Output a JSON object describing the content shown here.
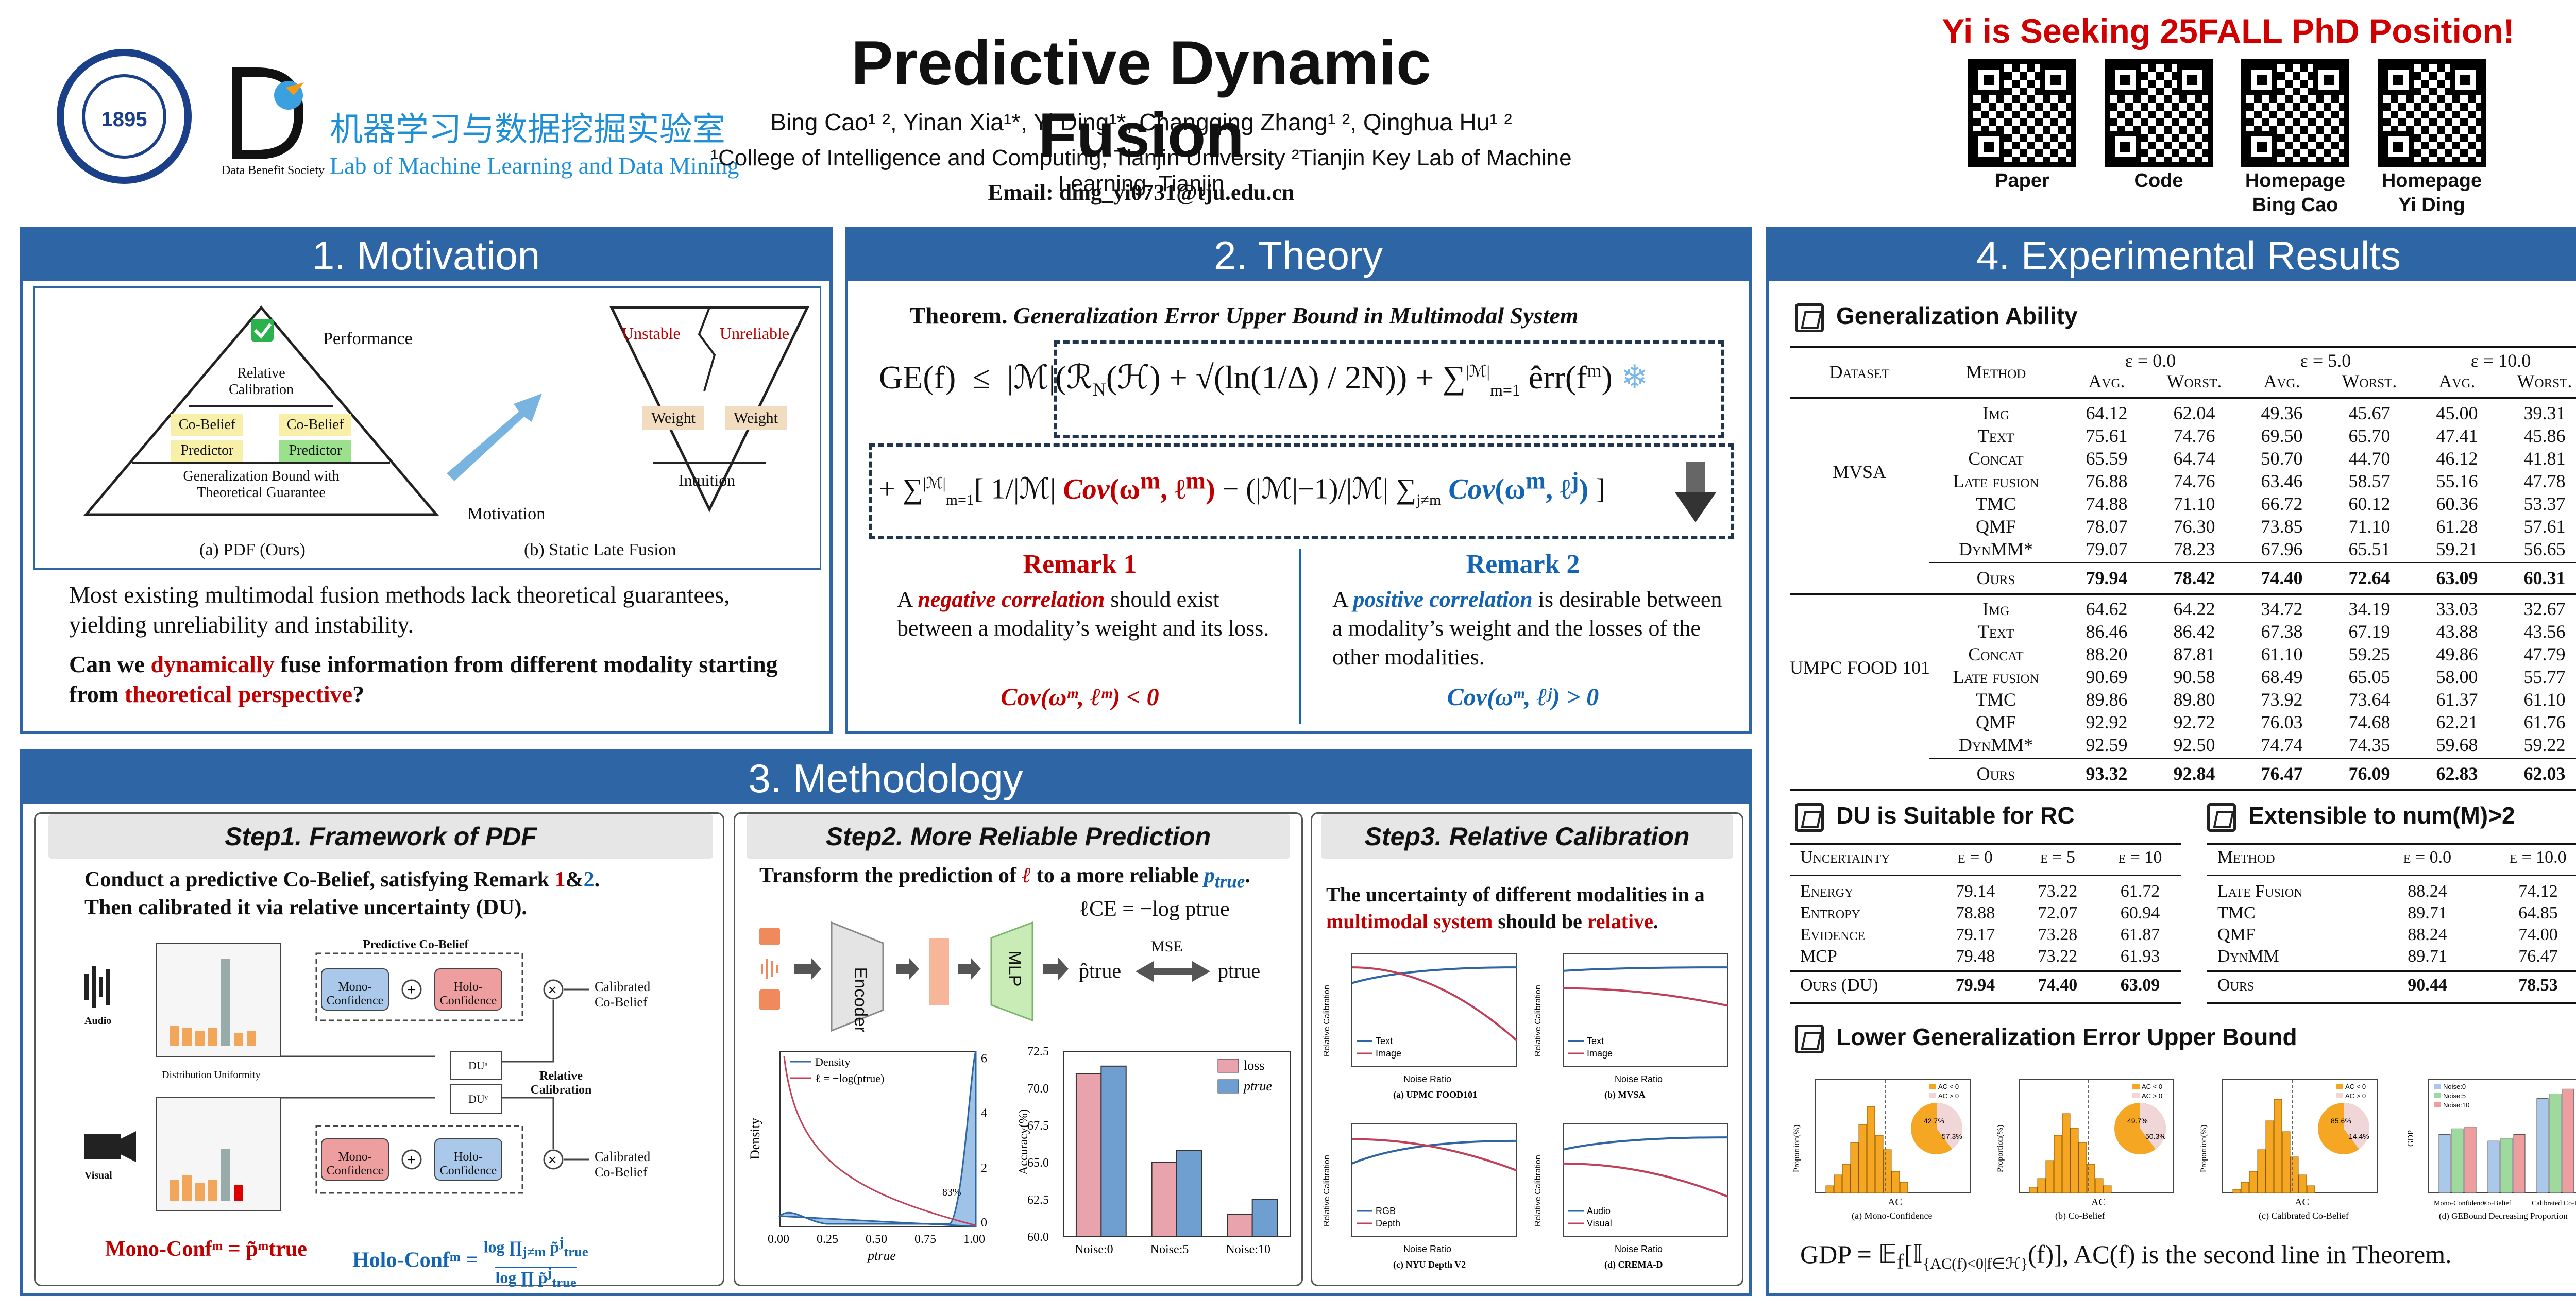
{
  "header": {
    "title": "Predictive Dynamic Fusion",
    "authors": "Bing Cao¹ ², Yinan Xia¹*, Yi Ding¹*, Changqing Zhang¹ ², Qinghua Hu¹ ²",
    "affiliations": "¹College of Intelligence and Computing, Tianjin University  ²Tianjin Key Lab of Machine Learning, Tianjin",
    "email": "Email: ding_yi0731@tju.edu.cn",
    "seeking": "Yi is Seeking 25FALL PhD Position!",
    "lab_cn": "机器学习与数据挖掘实验室",
    "lab_en": "Lab of Machine Learning and Data Mining",
    "lab_society": "Data Benefit Society",
    "seal_year": "1895",
    "qr": [
      {
        "l1": "Paper",
        "l2": ""
      },
      {
        "l1": "Code",
        "l2": ""
      },
      {
        "l1": "Homepage",
        "l2": "Bing Cao"
      },
      {
        "l1": "Homepage",
        "l2": "Yi Ding"
      }
    ]
  },
  "motivation": {
    "head": "1. Motivation",
    "pyramid": [
      "Relative Calibration",
      "Co-Belief",
      "Co-Belief",
      "Predictor",
      "Predictor",
      "Generalization Bound with Theoretical Guarantee"
    ],
    "performance": "Performance",
    "motiv": "Motivation",
    "inv": [
      "Unstable",
      "Unreliable",
      "Weight",
      "Weight",
      "Intuition"
    ],
    "cap_a": "(a) PDF (Ours)",
    "cap_b": "(b) Static Late Fusion",
    "p1": "Most existing multimodal fusion methods lack theoretical guarantees, yielding unreliability and instability.",
    "q_a": "Can we ",
    "q_b": "dynamically",
    "q_c": " fuse information from different modality starting from ",
    "q_d": "theoretical perspective",
    "q_e": "?"
  },
  "theory": {
    "head": "2. Theory",
    "theorem_b": "Theorem.",
    "theorem_i": "Generalization Error Upper Bound in Multimodal System",
    "r1_title": "Remark 1",
    "r1_a": "A ",
    "r1_b": "negative correlation",
    "r1_c": " should exist between a modality’s weight and its loss.",
    "r1_eq": "Cov(ωᵐ, ℓᵐ) < 0",
    "r2_title": "Remark 2",
    "r2_a": "A ",
    "r2_b": "positive correlation",
    "r2_c": " is desirable between a modality’s weight and the losses of the other modalities.",
    "r2_eq": "Cov(ωᵐ, ℓʲ) > 0"
  },
  "method": {
    "head": "3. Methodology",
    "s1": "Step1. Framework of PDF",
    "s2": "Step2. More Reliable Prediction",
    "s3": "Step3. Relative Calibration",
    "s1_l1a": "Conduct a predictive Co-Belief, satisfying Remark ",
    "s1_l1b": "1",
    "s1_l1c": "&",
    "s1_l1d": "2",
    ".": "",
    "s1_l2": "Then calibrated it via relative uncertainty (DU).",
    "labels": [
      "Predictive Co-Belief",
      "Mono-Confidence",
      "Holo-Confidence",
      "Calibrated Co-Belief",
      "Relative Calibration",
      "Mono-Confidence",
      "Holo-Confidence",
      "Calibrated Co-Belief",
      "Audio",
      "Visual",
      "DUᵃ",
      "DUᵛ",
      "Distribution Uniformity"
    ],
    "mono_eq": "Mono-Confᵐ = p̃ᵐtrue",
    "holo_eq": "Holo-Confᵐ =",
    "s2_a": "Transform the prediction of ",
    "s2_b": "ℓ",
    "s2_c": " to a more reliable ",
    "s2_d": "p",
    "s2_e": "true",
    "lce": "ℓCE = −log ptrue",
    "encoder": "Encoder",
    "mlp": "MLP",
    "mse": "MSE",
    "phat": "p̂true",
    "ptrue": "ptrue",
    "s3_a": "The uncertainty of different modalities in a ",
    "s3_b": "multimodal system",
    "s3_c": " should be ",
    "s3_d": "relative",
    "s3_e": ".",
    "calib_caps": [
      "(a) UPMC FOOD101",
      "(b) MVSA",
      "(c) NYU Depth V2",
      "(d) CREMA-D"
    ],
    "calib_legend": [
      [
        "Text",
        "Image"
      ],
      [
        "Text",
        "Image"
      ],
      [
        "RGB",
        "Depth"
      ],
      [
        "Audio",
        "Visual"
      ]
    ],
    "noise_ratio": "Noise Ratio",
    "rel_calib": "Relative Calibration"
  },
  "density_chart": {
    "type": "line",
    "ylabel": "Density",
    "xlabel": "ptrue",
    "legend": [
      "Density",
      "ℓ = −log(ptrue)"
    ],
    "x_ticks": [
      "0.00",
      "0.25",
      "0.50",
      "0.75",
      "1.00"
    ],
    "y2_ticks": [
      "0",
      "2",
      "4",
      "6"
    ],
    "annot": "83%"
  },
  "chart_data": [
    {
      "type": "bar",
      "ylabel": "Accuracy(%)",
      "categories": [
        "Noise:0",
        "Noise:5",
        "Noise:10"
      ],
      "ylim": [
        60,
        72.5
      ],
      "yticks": [
        "60.0",
        "62.5",
        "65.0",
        "67.5",
        "70.0",
        "72.5"
      ],
      "series": [
        {
          "name": "loss",
          "color": "#e8a3ad",
          "values": [
            71.0,
            65.0,
            61.5
          ]
        },
        {
          "name": "ptrue",
          "color": "#6f9fd0",
          "values": [
            71.5,
            65.8,
            62.5
          ]
        }
      ]
    },
    {
      "type": "bar",
      "ylabel": "GDP",
      "categories": [
        "Mono-Confidence",
        "Co-Belief",
        "Calibrated Co-Belief"
      ],
      "series": [
        {
          "name": "Noise:0",
          "values": [
            0.62,
            0.55,
            1.0
          ]
        },
        {
          "name": "Noise:5",
          "values": [
            0.68,
            0.58,
            1.05
          ]
        },
        {
          "name": "Noise:10",
          "values": [
            0.7,
            0.62,
            1.1
          ]
        }
      ],
      "caption": "(d) GEBound Decreasing Proportion"
    }
  ],
  "results": {
    "head": "4. Experimental Results",
    "gen": "Generalization Ability",
    "th": [
      "Dataset",
      "Method",
      "ε = 0.0",
      "ε = 5.0",
      "ε = 10.0"
    ],
    "sub": [
      "Avg.",
      "Worst.",
      "Avg.",
      "Worst.",
      "Avg.",
      "Worst."
    ],
    "mvsa": "MVSA",
    "food": "UMPC FOOD 101",
    "rows1": [
      [
        "Img",
        "64.12",
        "62.04",
        "49.36",
        "45.67",
        "45.00",
        "39.31"
      ],
      [
        "Text",
        "75.61",
        "74.76",
        "69.50",
        "65.70",
        "47.41",
        "45.86"
      ],
      [
        "Concat",
        "65.59",
        "64.74",
        "50.70",
        "44.70",
        "46.12",
        "41.81"
      ],
      [
        "Late fusion",
        "76.88",
        "74.76",
        "63.46",
        "58.57",
        "55.16",
        "47.78"
      ],
      [
        "TMC",
        "74.88",
        "71.10",
        "66.72",
        "60.12",
        "60.36",
        "53.37"
      ],
      [
        "QMF",
        "78.07",
        "76.30",
        "73.85",
        "71.10",
        "61.28",
        "57.61"
      ],
      [
        "DynMM*",
        "79.07",
        "78.23",
        "67.96",
        "65.51",
        "59.21",
        "56.65"
      ]
    ],
    "ours1": [
      "Ours",
      "79.94",
      "78.42",
      "74.40",
      "72.64",
      "63.09",
      "60.31"
    ],
    "rows2": [
      [
        "Img",
        "64.62",
        "64.22",
        "34.72",
        "34.19",
        "33.03",
        "32.67"
      ],
      [
        "Text",
        "86.46",
        "86.42",
        "67.38",
        "67.19",
        "43.88",
        "43.56"
      ],
      [
        "Concat",
        "88.20",
        "87.81",
        "61.10",
        "59.25",
        "49.86",
        "47.79"
      ],
      [
        "Late fusion",
        "90.69",
        "90.58",
        "68.49",
        "65.05",
        "58.00",
        "55.77"
      ],
      [
        "TMC",
        "89.86",
        "89.80",
        "73.92",
        "73.64",
        "61.37",
        "61.10"
      ],
      [
        "QMF",
        "92.92",
        "92.72",
        "76.03",
        "74.68",
        "62.21",
        "61.76"
      ],
      [
        "DynMM*",
        "92.59",
        "92.50",
        "74.74",
        "74.35",
        "59.68",
        "59.22"
      ]
    ],
    "ours2": [
      "Ours",
      "93.32",
      "92.84",
      "76.47",
      "76.09",
      "62.83",
      "62.03"
    ],
    "du": "DU is Suitable for RC",
    "du_th": [
      "Uncertainty",
      "ε = 0",
      "ε = 5",
      "ε = 10"
    ],
    "du_rows": [
      [
        "Energy",
        "79.14",
        "73.22",
        "61.72"
      ],
      [
        "Entropy",
        "78.88",
        "72.07",
        "60.94"
      ],
      [
        "Evidence",
        "79.17",
        "73.28",
        "61.87"
      ],
      [
        "MCP",
        "79.48",
        "73.22",
        "61.93"
      ]
    ],
    "du_ours": [
      "Ours (DU)",
      "79.94",
      "74.40",
      "63.09"
    ],
    "ext": "Extensible to num(M)>2",
    "ext_th": [
      "Method",
      "ε = 0.0",
      "ε = 10.0"
    ],
    "ext_rows": [
      [
        "Late Fusion",
        "88.24",
        "74.12"
      ],
      [
        "TMC",
        "89.71",
        "64.85"
      ],
      [
        "QMF",
        "88.24",
        "74.00"
      ],
      [
        "DynMM",
        "89.71",
        "76.47"
      ]
    ],
    "ext_ours": [
      "Ours",
      "90.44",
      "78.53"
    ],
    "lower": "Lower Generalization Error Upper Bound",
    "hist_caps": [
      "(a) Mono-Confidence",
      "(b) Co-Belief",
      "(c) Calibrated Co-Belief"
    ],
    "pie_labels": [
      [
        "42.7%",
        "57.3%"
      ],
      [
        "49.7%",
        "50.3%"
      ],
      [
        "85.6%",
        "14.4%"
      ]
    ],
    "hist_legend": [
      "AC < 0",
      "AC > 0"
    ],
    "ac": "AC",
    "prop": "Proportion(%)",
    "gdp_a": "GDP = 𝔼",
    "gdp_b": "f",
    "gdp_c": "[𝕀",
    "gdp_d": "{AC(f)<0|f∈ℋ}",
    "gdp_e": "(f)],  AC(f) is the second line in Theorem."
  }
}
